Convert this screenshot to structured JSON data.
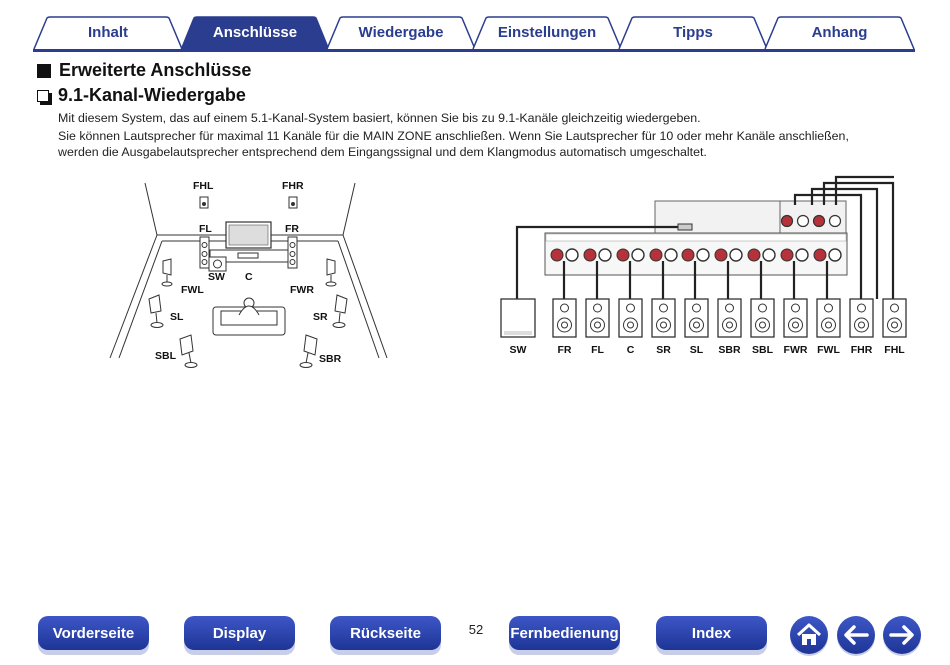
{
  "tabs": [
    {
      "label": "Inhalt",
      "active": false
    },
    {
      "label": "Anschlüsse",
      "active": true
    },
    {
      "label": "Wiedergabe",
      "active": false
    },
    {
      "label": "Einstellungen",
      "active": false
    },
    {
      "label": "Tipps",
      "active": false
    },
    {
      "label": "Anhang",
      "active": false
    }
  ],
  "section_title": "Erweiterte Anschlüsse",
  "subsection_title": "9.1-Kanal-Wiedergabe",
  "paragraphs": [
    "Mit diesem System, das auf einem 5.1-Kanal-System basiert, können Sie bis zu 9.1-Kanäle gleichzeitig wiedergeben.",
    "Sie können Lautsprecher für maximal 11 Kanäle für die MAIN ZONE anschließen. Wenn Sie Lautsprecher für 10 oder mehr Kanäle anschließen,",
    "werden die Ausgabelautsprecher entsprechend dem Eingangssignal und dem Klangmodus automatisch umgeschaltet."
  ],
  "room_labels": {
    "fhl": "FHL",
    "fhr": "FHR",
    "fl": "FL",
    "fr": "FR",
    "sw": "SW",
    "c": "C",
    "fwl": "FWL",
    "fwr": "FWR",
    "sl": "SL",
    "sr": "SR",
    "sbl": "SBL",
    "sbr": "SBR"
  },
  "wiring_labels": [
    "SW",
    "FR",
    "FL",
    "C",
    "SR",
    "SL",
    "SBR",
    "SBL",
    "FWR",
    "FWL",
    "FHR",
    "FHL"
  ],
  "nav": {
    "prev": "Vorderseite",
    "display": "Display",
    "back": "Rückseite",
    "page": "52",
    "remote": "Fernbedienung",
    "index": "Index"
  },
  "colors": {
    "accent": "#2a3d8f",
    "button": "#2b45b5"
  }
}
